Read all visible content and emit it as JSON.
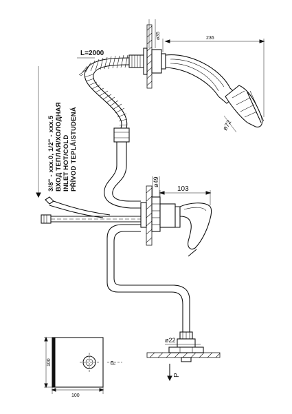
{
  "dimensions": {
    "hose_length": "L=2000",
    "wall_flange_dia": "ø35",
    "shower_length": "236",
    "head_dia": "ø72",
    "body_dia": "ø49",
    "lever_length": "103",
    "outlet_dia": "ø22",
    "plate_width": "100",
    "plate_height": "100"
  },
  "inlet_note": {
    "line1": "PŘÍVOD TEPLÁ/STUDENÁ",
    "line2": "INLET HOT/COLD",
    "line3": "ВХОД ТЕПЛАЯ/ХОЛОДНАЯ",
    "line4": "3/8\" - xxx.0, 1/2\" - xxx.5"
  },
  "markers": {
    "p_outlet": "P",
    "p_plate": "P"
  }
}
